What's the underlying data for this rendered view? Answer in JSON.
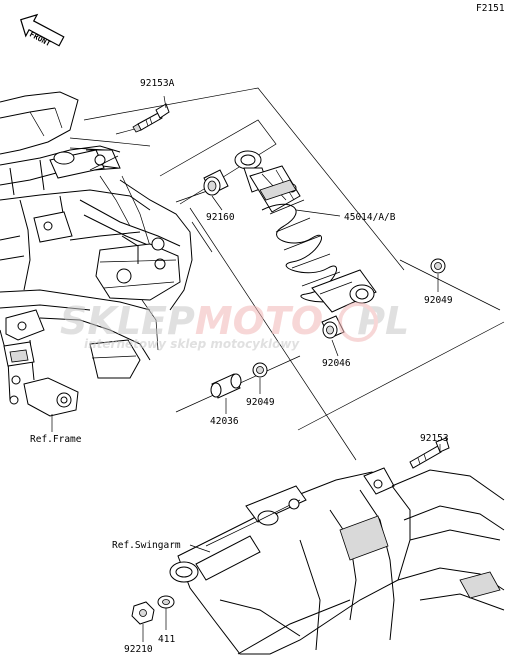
{
  "diagram_code": "F2151",
  "front_label": "FRONT",
  "watermark": {
    "brand_a": "SKLEP",
    "brand_b": "MOTO",
    "brand_c": "PL",
    "tagline": "internetowy sklep motocyklowy"
  },
  "callouts": {
    "bolt_top": "92153A",
    "collar_top": "92160",
    "shock": "45014/A/B",
    "seal_right": "92049",
    "collar_mid": "92046",
    "seal_left": "92049",
    "collar_bottom": "42036",
    "bolt_bottom": "92153",
    "nut": "92210",
    "washer": "411"
  },
  "references": {
    "frame": "Ref.Frame",
    "swingarm": "Ref.Swingarm"
  },
  "colors": {
    "line": "#000000",
    "watermark": "#c8c8c8",
    "watermark_accent": "#f2b8b8"
  }
}
